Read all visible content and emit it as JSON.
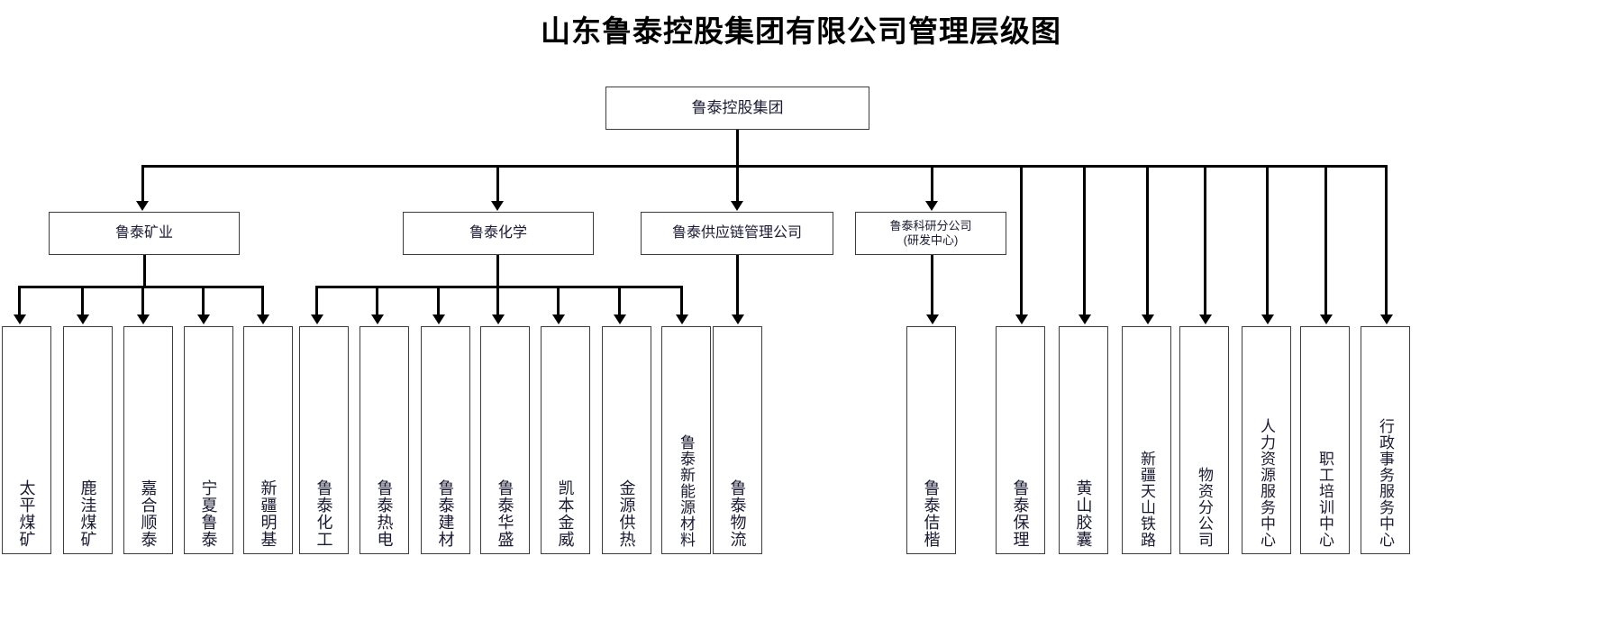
{
  "title": "山东鲁泰控股集团有限公司管理层级图",
  "colors": {
    "box_border": "#3c3c3c",
    "box_fill": "#ffffff",
    "connector": "#000000",
    "node_text": "#1a1a33",
    "title_text": "#000000",
    "page_background": "#ffffff"
  },
  "root": {
    "label": "鲁泰控股集团"
  },
  "level2": [
    {
      "id": "mining",
      "label": "鲁泰矿业"
    },
    {
      "id": "chemical",
      "label": "鲁泰化学"
    },
    {
      "id": "supply",
      "label": "鲁泰供应链管理公司"
    },
    {
      "id": "research",
      "label_line1": "鲁泰科研分公司",
      "label_line2": "(研发中心)"
    }
  ],
  "leaves": {
    "mining": [
      {
        "label": "太平煤矿"
      },
      {
        "label": "鹿洼煤矿"
      },
      {
        "label": "嘉合顺泰"
      },
      {
        "label": "宁夏鲁泰"
      },
      {
        "label": "新疆明基"
      }
    ],
    "chemical": [
      {
        "label": "鲁泰化工"
      },
      {
        "label": "鲁泰热电"
      },
      {
        "label": "鲁泰建材"
      },
      {
        "label": "鲁泰华盛"
      },
      {
        "label": "凯本金威"
      },
      {
        "label": "金源供热"
      },
      {
        "label": "鲁泰新能源材料"
      }
    ],
    "supply": [
      {
        "label": "鲁泰物流"
      }
    ],
    "direct": [
      {
        "label": "鲁泰佶楷"
      },
      {
        "label": "鲁泰保理"
      },
      {
        "label": "黄山胶囊"
      },
      {
        "label": "新疆天山铁路"
      },
      {
        "label": "物资分公司"
      },
      {
        "label": "人力资源服务中心"
      },
      {
        "label": "职工培训中心"
      },
      {
        "label": "行政事务服务中心"
      }
    ]
  }
}
